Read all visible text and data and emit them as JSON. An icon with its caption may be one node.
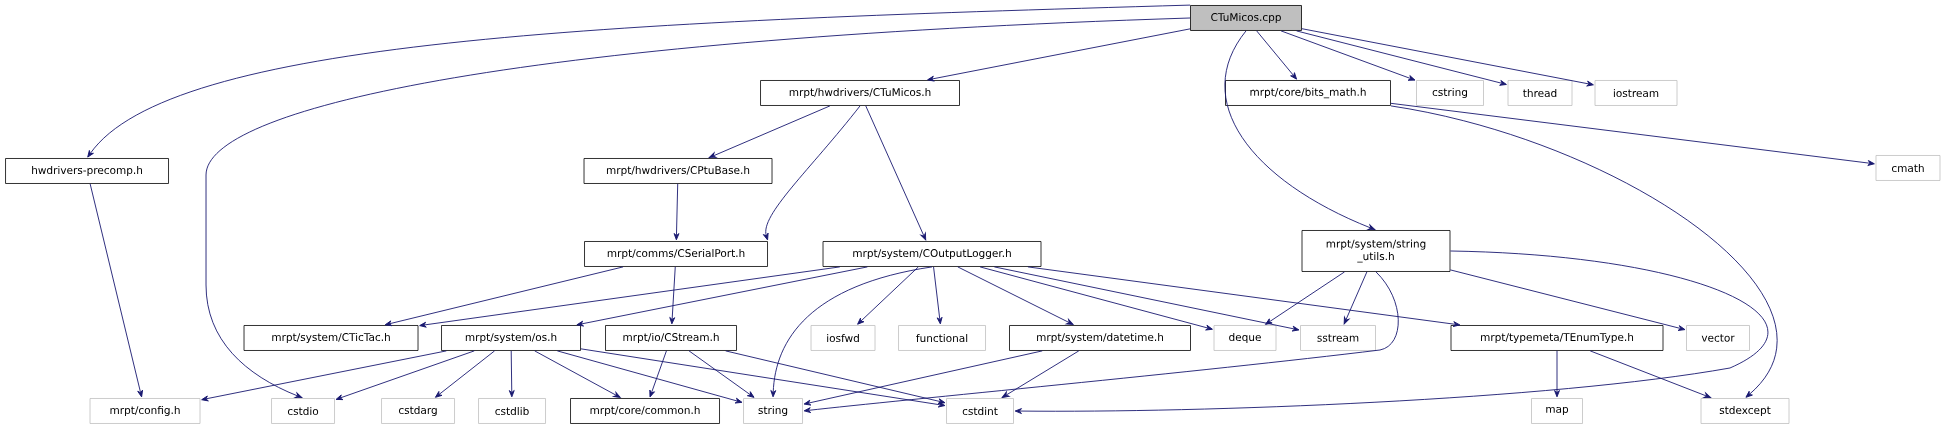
{
  "diagram": {
    "nodes": [
      {
        "text": [
          "CTuMicos.cpp"
        ]
      },
      {
        "text": [
          "hwdrivers-precomp.h"
        ]
      },
      {
        "text": [
          "mrpt/hwdrivers/CTuMicos.h"
        ]
      },
      {
        "text": [
          "mrpt/core/bits_math.h"
        ]
      },
      {
        "text": [
          "cstring"
        ]
      },
      {
        "text": [
          "thread"
        ]
      },
      {
        "text": [
          "iostream"
        ]
      },
      {
        "text": [
          "mrpt/hwdrivers/CPtuBase.h"
        ]
      },
      {
        "text": [
          "cmath"
        ]
      },
      {
        "text": [
          "mrpt/comms/CSerialPort.h"
        ]
      },
      {
        "text": [
          "mrpt/system/COutputLogger.h"
        ]
      },
      {
        "text": [
          "mrpt/system/string _utils.h"
        ]
      },
      {
        "text": [
          "mrpt/system/CTicTac.h"
        ]
      },
      {
        "text": [
          "mrpt/system/os.h"
        ]
      },
      {
        "text": [
          "mrpt/io/CStream.h"
        ]
      },
      {
        "text": [
          "iosfwd"
        ]
      },
      {
        "text": [
          "functional"
        ]
      },
      {
        "text": [
          "mrpt/system/datetime.h"
        ]
      },
      {
        "text": [
          "deque"
        ]
      },
      {
        "text": [
          "sstream"
        ]
      },
      {
        "text": [
          "mrpt/typemeta/TEnumType.h"
        ]
      },
      {
        "text": [
          "vector"
        ]
      },
      {
        "text": [
          "mrpt/config.h"
        ]
      },
      {
        "text": [
          "cstdio"
        ]
      },
      {
        "text": [
          "cstdarg"
        ]
      },
      {
        "text": [
          "cstdlib"
        ]
      },
      {
        "text": [
          "mrpt/core/common.h"
        ]
      },
      {
        "text": [
          "string"
        ]
      },
      {
        "text": [
          "cstdint"
        ]
      },
      {
        "text": [
          "map"
        ]
      },
      {
        "text": [
          "stdexcept"
        ]
      }
    ],
    "edges": [
      {
        "from": 0,
        "to": 1,
        "arrow": "to"
      },
      {
        "from": 0,
        "to": 23,
        "arrow": "to"
      },
      {
        "from": 0,
        "to": 2,
        "arrow": "to"
      },
      {
        "from": 0,
        "to": 3,
        "arrow": "to"
      },
      {
        "from": 0,
        "to": 4,
        "arrow": "to"
      },
      {
        "from": 0,
        "to": 5,
        "arrow": "to"
      },
      {
        "from": 0,
        "to": 6,
        "arrow": "to"
      },
      {
        "from": 0,
        "to": 11,
        "arrow": "to"
      },
      {
        "from": 1,
        "to": 22,
        "arrow": "to"
      },
      {
        "from": 2,
        "to": 7,
        "arrow": "to"
      },
      {
        "from": 2,
        "to": 9,
        "arrow": "to"
      },
      {
        "from": 2,
        "to": 10,
        "arrow": "to"
      },
      {
        "from": 3,
        "to": 8,
        "arrow": "to"
      },
      {
        "from": 3,
        "to": 30,
        "arrow": "to"
      },
      {
        "from": 7,
        "to": 9,
        "arrow": "to"
      },
      {
        "from": 9,
        "to": 12,
        "arrow": "to"
      },
      {
        "from": 9,
        "to": 14,
        "arrow": "to"
      },
      {
        "from": 10,
        "to": 12,
        "arrow": "to"
      },
      {
        "from": 10,
        "to": 13,
        "arrow": "to"
      },
      {
        "from": 10,
        "to": 27,
        "arrow": "to"
      },
      {
        "from": 10,
        "to": 15,
        "arrow": "to"
      },
      {
        "from": 10,
        "to": 16,
        "arrow": "to"
      },
      {
        "from": 10,
        "to": 17,
        "arrow": "to"
      },
      {
        "from": 10,
        "to": 18,
        "arrow": "to"
      },
      {
        "from": 10,
        "to": 19,
        "arrow": "to"
      },
      {
        "from": 10,
        "to": 20,
        "arrow": "to"
      },
      {
        "from": 11,
        "to": 18,
        "arrow": "to"
      },
      {
        "from": 11,
        "to": 19,
        "arrow": "to"
      },
      {
        "from": 11,
        "to": 27,
        "arrow": "to"
      },
      {
        "from": 11,
        "to": 21,
        "arrow": "to"
      },
      {
        "from": 11,
        "to": 28,
        "arrow": "to"
      },
      {
        "from": 13,
        "to": 22,
        "arrow": "to"
      },
      {
        "from": 13,
        "to": 23,
        "arrow": "to"
      },
      {
        "from": 13,
        "to": 24,
        "arrow": "to"
      },
      {
        "from": 13,
        "to": 25,
        "arrow": "to"
      },
      {
        "from": 13,
        "to": 26,
        "arrow": "to"
      },
      {
        "from": 13,
        "to": 27,
        "arrow": "to"
      },
      {
        "from": 13,
        "to": 28,
        "arrow": "to"
      },
      {
        "from": 14,
        "to": 26,
        "arrow": "to"
      },
      {
        "from": 14,
        "to": 27,
        "arrow": "to"
      },
      {
        "from": 14,
        "to": 28,
        "arrow": "to"
      },
      {
        "from": 17,
        "to": 27,
        "arrow": "to"
      },
      {
        "from": 17,
        "to": 28,
        "arrow": "to"
      },
      {
        "from": 20,
        "to": 29,
        "arrow": "to"
      },
      {
        "from": 20,
        "to": 30,
        "arrow": "to"
      }
    ]
  }
}
